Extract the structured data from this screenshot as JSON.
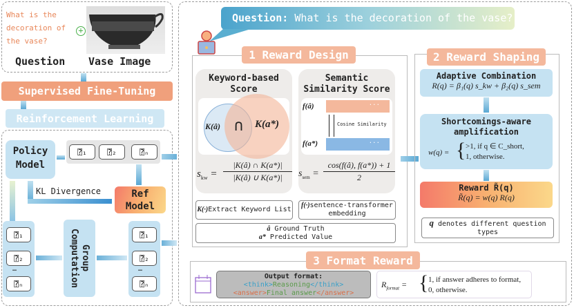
{
  "input": {
    "question_text": "What is the decoration of the vase?",
    "question_label": "Question",
    "image_label": "Vase Image",
    "plus_icon": "plus-circle-icon"
  },
  "stages": {
    "sft": "Supervised Fine-Tuning",
    "rl": "Reinforcement Learning"
  },
  "rl_loop": {
    "policy_model": "Policy Model",
    "ref_model": "Ref Model",
    "kl_divergence": "KL Divergence",
    "group_computation": "Group Computation",
    "tokens_top": [
      "⍰₁",
      "⍰₂",
      "⍰ₙ"
    ],
    "tokens_left": [
      "⍰₁",
      "⍰₂",
      "…",
      "⍰ₙ"
    ],
    "tokens_right": [
      "⍰₁",
      "⍰₂",
      "…",
      "⍰ₙ"
    ]
  },
  "question_bubble": {
    "prefix": "Question:",
    "text": "What is the decoration of the vase?"
  },
  "reward_design": {
    "title": "1 Reward Design",
    "keyword": {
      "title": "Keyword-based Score",
      "k_hat": "K(â)",
      "intersect": "∩",
      "k_star": "K(a*)",
      "formula_lhs": "s",
      "formula_lhs_sub": "kw",
      "numerator": "|K(â) ∩ K(a*)|",
      "denominator": "|K(â) ∪ K(a*)|"
    },
    "semantic": {
      "title": "Semantic Similarity Score",
      "f_hat": "f(â)",
      "f_star": "f(a*)",
      "dots": "...",
      "cosine": "Cosine Similarity",
      "formula_lhs": "s",
      "formula_lhs_sub": "sem",
      "numerator": "cos(f(â), f(a*)) + 1",
      "denominator": "2"
    },
    "note_k": {
      "sym": "K(·)",
      "text": "Extract Keyword List"
    },
    "note_f": {
      "sym": "f(·)",
      "text": "sentence-transformer embedding"
    },
    "note_gt": {
      "sym1": "â",
      "text1": "Ground Truth",
      "sym2": "a*",
      "text2": "Predicted Value"
    }
  },
  "reward_shaping": {
    "title": "2 Reward Shaping",
    "adaptive": {
      "title": "Adaptive Combination",
      "formula": "R(q) = β₁(q) s_kw + β₂(q) s_sem"
    },
    "amplification": {
      "title": "Shortcomings-aware amplification",
      "lhs": "w(q) =",
      "case1": ">1,  if q ∈ C_short,",
      "case2": "1,     otherwise."
    },
    "reward": {
      "title": "Reward R̃(q)",
      "formula": "R̃(q) = w(q) R(q)"
    },
    "note": {
      "sym": "q",
      "text": "denotes different question types"
    }
  },
  "format_reward": {
    "title": "3 Format Reward",
    "icon": "calendar-icon",
    "output_label": "Output format:",
    "think_open": "<think>",
    "think_body": "Reasoning",
    "think_close": "</think>",
    "answer_open": "<answer>",
    "answer_body": "Final answer",
    "answer_close": "</answer>",
    "lhs": "R",
    "lhs_sub": "format",
    "case1": "1,  if answer adheres to format,",
    "case2": "0,     otherwise."
  },
  "colors": {
    "orange": "#f0a07c",
    "light_blue": "#bfe0f0",
    "blue": "#5aa8d4",
    "question_orange": "#e8875a",
    "tag_blue": "#3aa0c8",
    "tag_orange": "#d9704a",
    "tag_green": "#5a9a4a"
  }
}
